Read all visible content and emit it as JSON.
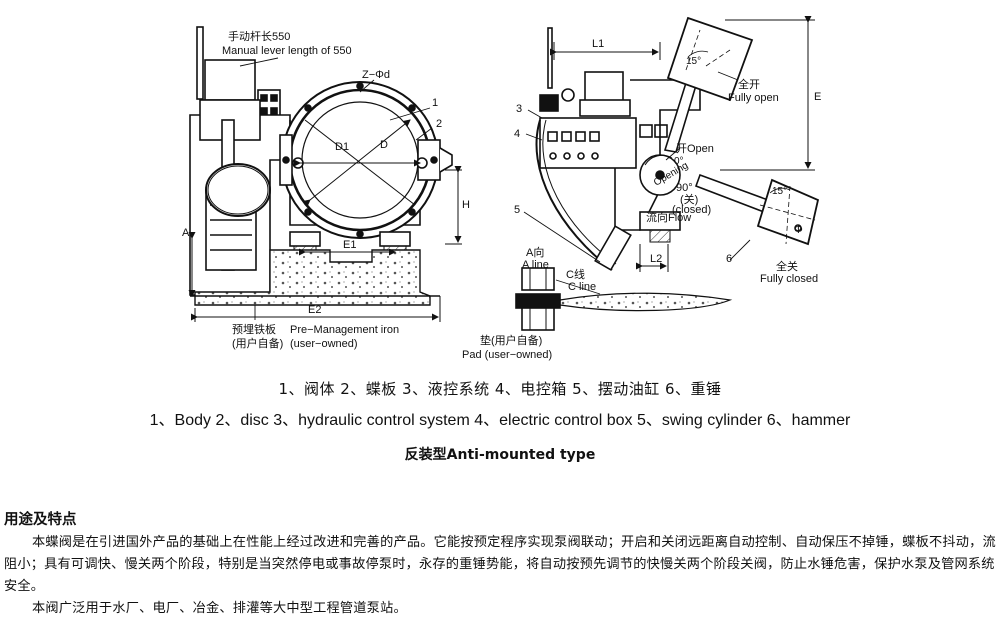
{
  "left_view": {
    "lever_cn": "手动杆长550",
    "lever_en": "Manual lever length of 550",
    "holes": "Z−Φd",
    "label_1": "1",
    "label_2": "2",
    "dim_D1": "D1",
    "dim_D": "D",
    "dim_H": "H",
    "dim_A": "A",
    "dim_E1": "E1",
    "dim_E2": "E2",
    "iron_cn": "预埋铁板",
    "iron_en": "Pre−Management iron",
    "user_cn": "(用户自备)",
    "user_en": "(user−owned)"
  },
  "right_view": {
    "dim_L1": "L1",
    "dim_L2": "L2",
    "dim_E": "E",
    "label_3": "3",
    "label_4": "4",
    "label_5": "5",
    "label_6": "6",
    "angle_15_top": "15°",
    "angle_15_bottom": "15°",
    "angle_0": "0°",
    "angle_90": "90°",
    "open_cn": "全开",
    "open_en": "Fully open",
    "kai_open": "开Open",
    "closed_cn": "(关)",
    "closed_en": "(closed)",
    "flow": "流向Flow",
    "opening": "Opening",
    "phi": "Φ",
    "fully_closed_cn": "全关",
    "fully_closed_en": "Fully closed",
    "a_dir_cn": "A向",
    "a_line": "A line",
    "c_line_cn": "C线",
    "c_line": "C line",
    "pad_cn": "垫(用户自备)",
    "pad_en": "Pad (user−owned)"
  },
  "caption": {
    "parts_cn": "1、阀体 2、蝶板 3、液控系统 4、电控箱 5、摆动油缸 6、重锤",
    "parts_en": "1、Body 2、disc 3、hydraulic control system 4、electric control box 5、swing cylinder 6、hammer",
    "type": "反装型Anti-mounted type"
  },
  "section": {
    "heading": "用途及特点",
    "para1": "本蝶阀是在引进国外产品的基础上在性能上经过改进和完善的产品。它能按预定程序实现泵阀联动；开启和关闭远距离自动控制、自动保压不掉锤，蝶板不抖动，流阻小；具有可调快、慢关两个阶段，特别是当突然停电或事故停泵时，永存的重锤势能，将自动按预先调节的快慢关两个阶段关阀，防止水锤危害，保护水泵及管网系统安全。",
    "para2": "本阀广泛用于水厂、电厂、冶金、排灌等大中型工程管道泵站。"
  }
}
